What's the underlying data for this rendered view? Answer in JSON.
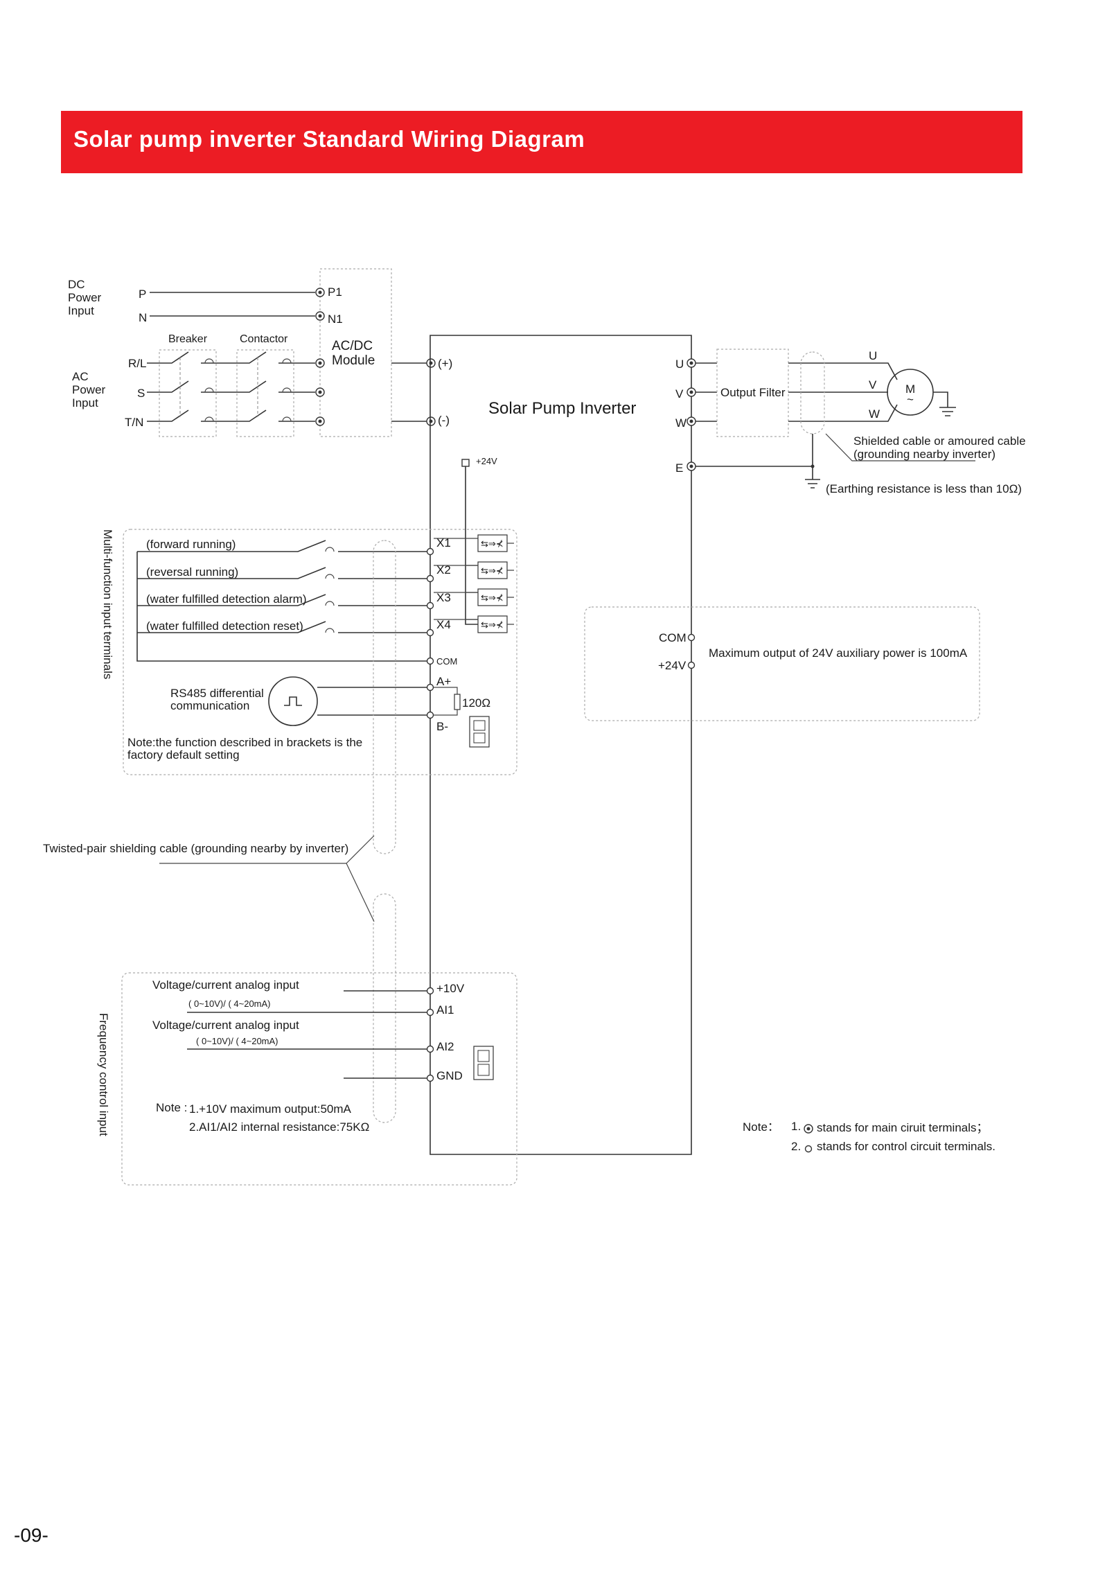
{
  "header": {
    "title": "Solar pump inverter Standard Wiring Diagram"
  },
  "power": {
    "dc_input_label": "DC\nPower\nInput",
    "ac_input_label": "AC\nPower\nInput",
    "dc_terminals": [
      "P",
      "N"
    ],
    "ac_terminals": [
      "R/L",
      "S",
      "T/N"
    ],
    "breaker": "Breaker",
    "contactor": "Contactor",
    "module_terminals": [
      "P1",
      "N1"
    ],
    "module_label": "AC/DC\nModule",
    "dc_bus": [
      "(+)",
      "(-)"
    ]
  },
  "inverter": {
    "label": "Solar Pump Inverter",
    "output_terminals": [
      "U",
      "V",
      "W"
    ],
    "earth_terminal": "E",
    "aux_supply": "+24V"
  },
  "output": {
    "filter": "Output Filter",
    "motor_phases": [
      "U",
      "V",
      "W"
    ],
    "motor": "M",
    "motor_symbol": "~",
    "shield_note": "Shielded cable or amoured cable",
    "shield_note_2": "(grounding nearby inverter)",
    "earthing_note": "(Earthing resistance is less than 10Ω)"
  },
  "multifunction": {
    "section_label": "Multi-function input terminals",
    "inputs": [
      {
        "desc": "(forward running)",
        "terminal": "X1"
      },
      {
        "desc": "(reversal running)",
        "terminal": "X2"
      },
      {
        "desc": "(water fulfilled detection alarm)",
        "terminal": "X3"
      },
      {
        "desc": "(water fulfilled detection reset)",
        "terminal": "X4"
      }
    ],
    "com": "COM",
    "rs485_label": "RS485 differential\ncommunication",
    "a_plus": "A+",
    "b_minus": "B-",
    "resistor": "120Ω",
    "note": "Note:the function described in brackets is the\nfactory default setting"
  },
  "aux_box": {
    "com": "COM",
    "v24": "+24V",
    "note": "Maximum output of 24V auxiliary power is 100mA"
  },
  "twisted_pair_note": "Twisted-pair shielding cable (grounding nearby by inverter)",
  "frequency": {
    "section_label": "Frequency control input",
    "input1": "Voltage/current analog input",
    "range1": "( 0~10V)/ ( 4~20mA)",
    "input2": "Voltage/current analog input",
    "range2": "( 0~10V)/ ( 4~20mA)",
    "terminals": [
      "+10V",
      "AI1",
      "AI2",
      "GND"
    ],
    "note_prefix": "Note :",
    "note_1": "1.+10V maximum output:50mA",
    "note_2": "2.AI1/AI2 internal resistance:75KΩ"
  },
  "legend": {
    "prefix": "Note：",
    "item1_num": "1.",
    "item1": "stands for main ciruit terminals；",
    "item2_num": "2.",
    "item2": "stands for control circuit terminals."
  },
  "footer": {
    "page": "-09-"
  }
}
